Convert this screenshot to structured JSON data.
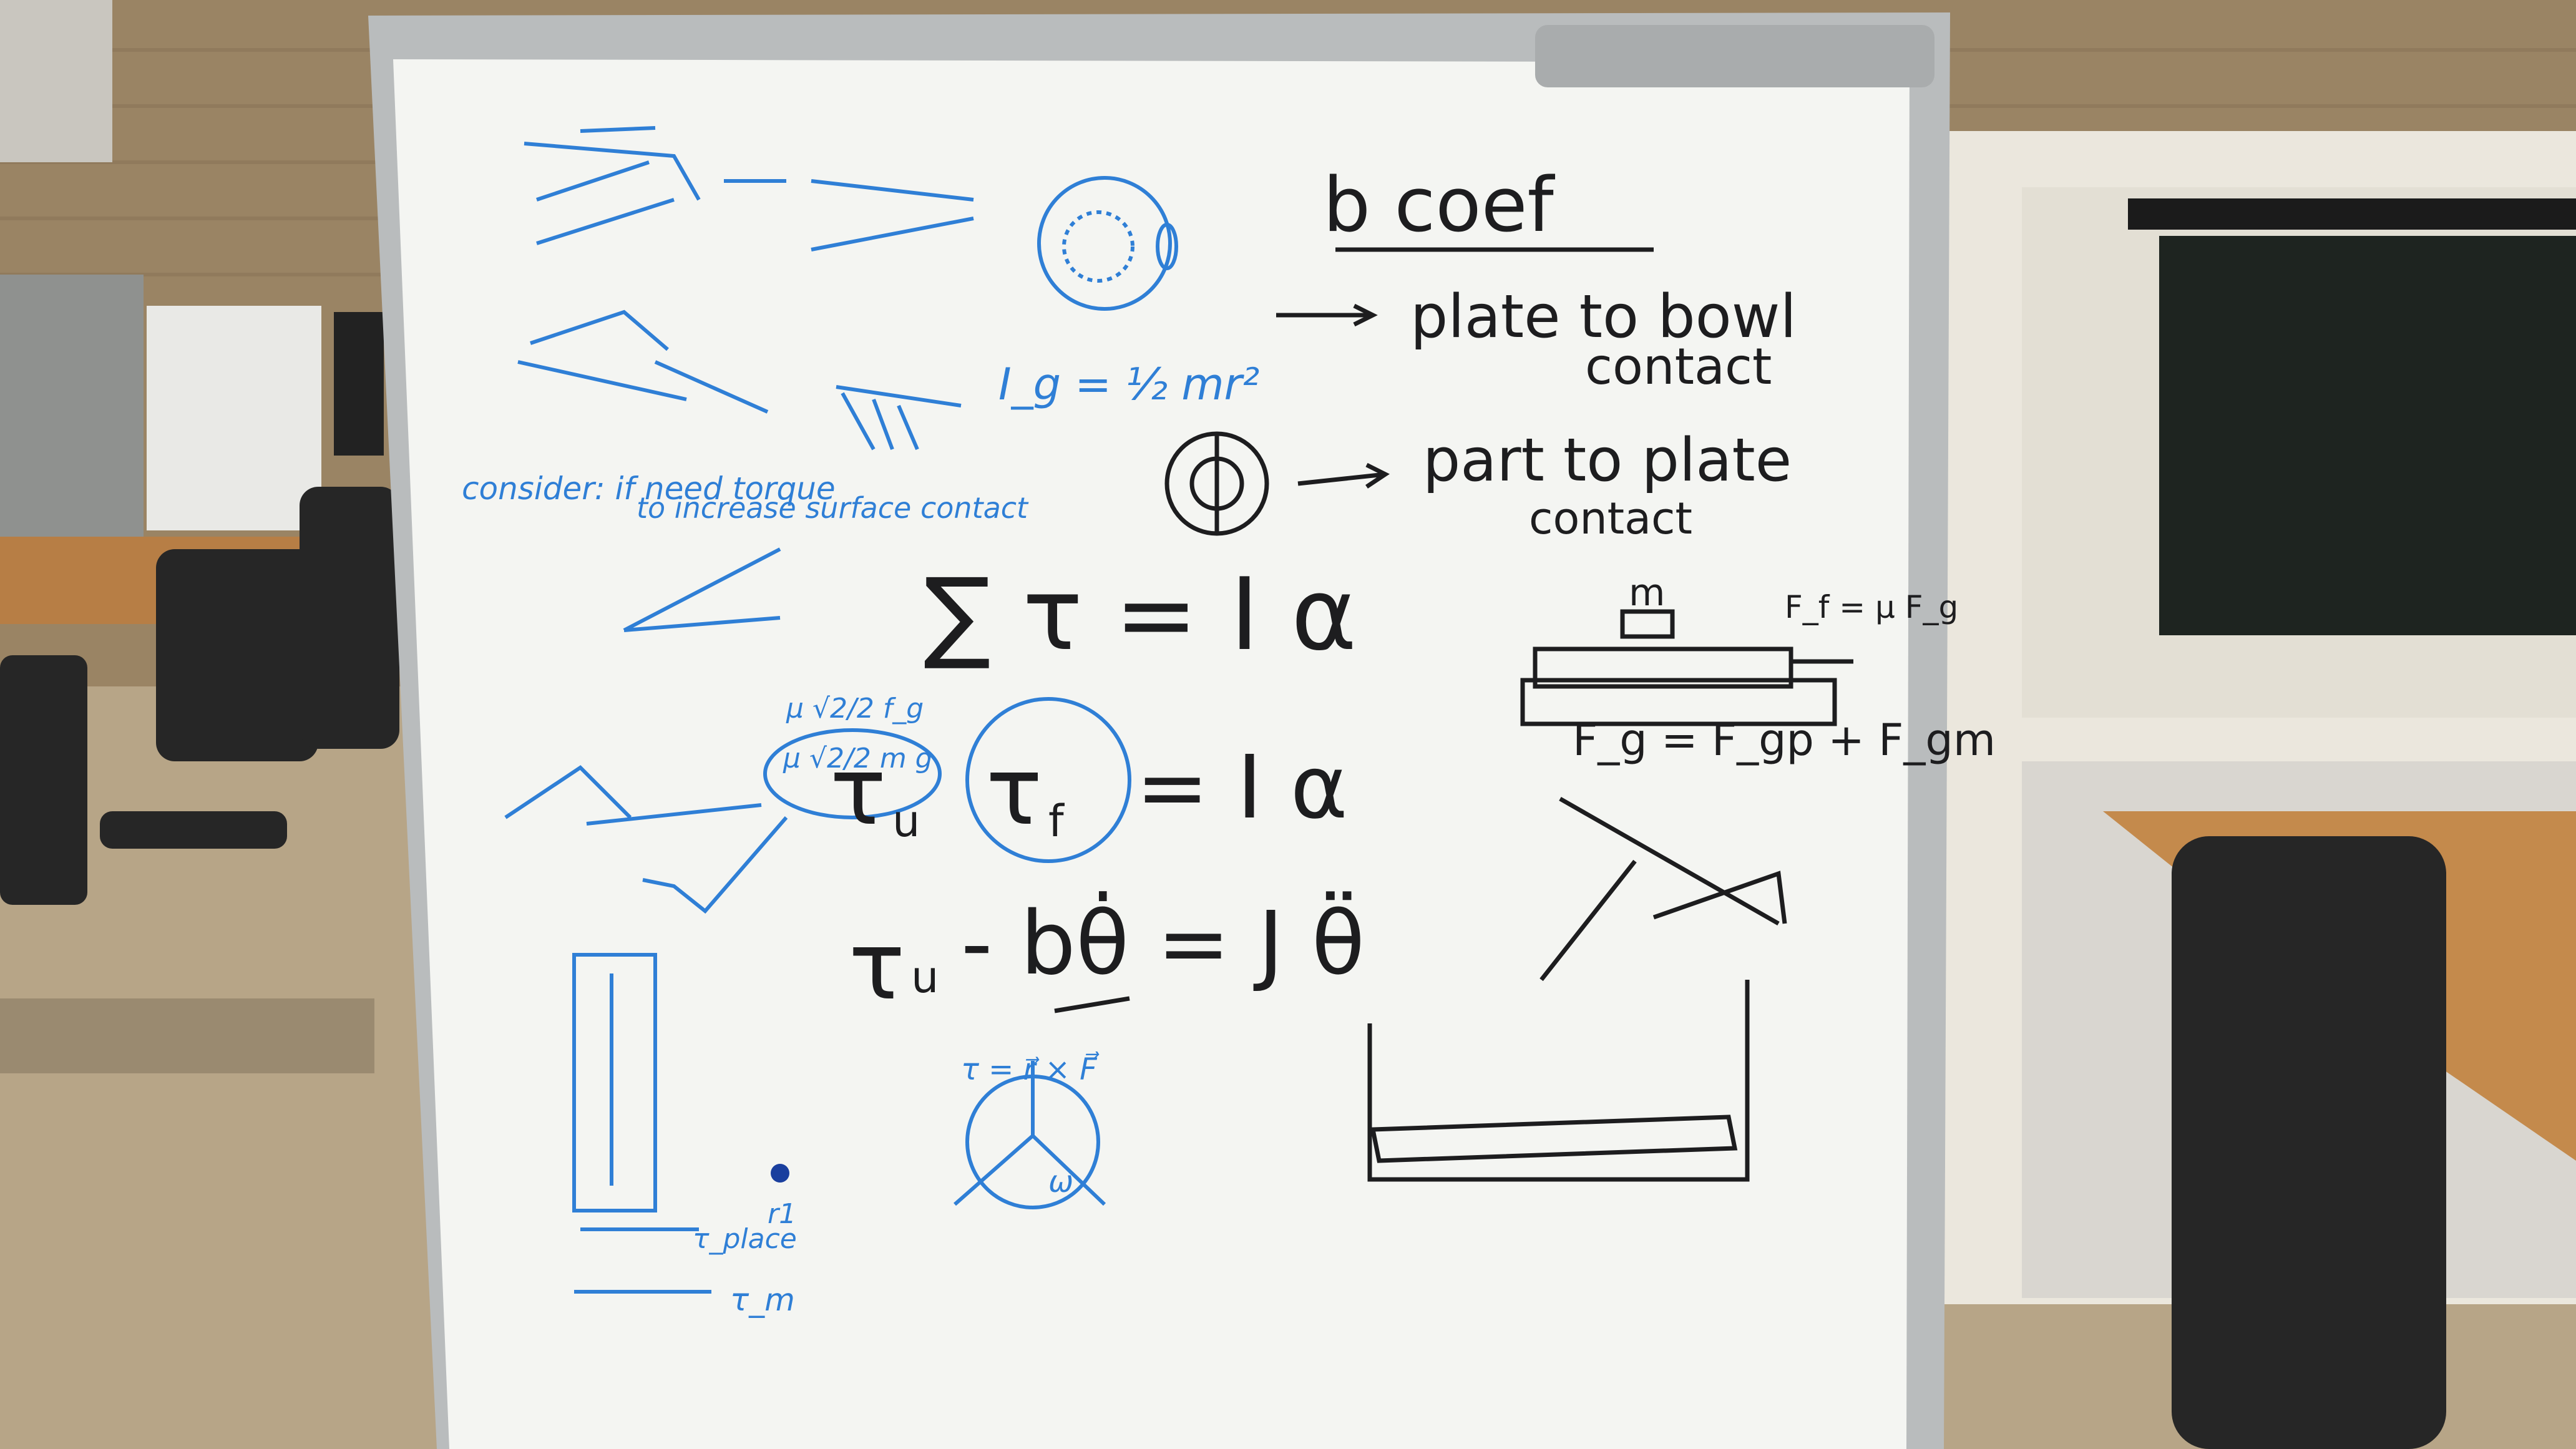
{
  "scene": {
    "description_label": "whiteboard-in-workshop",
    "colors": {
      "wall_brick": "#9a8464",
      "floor": "#b7a587",
      "board_white": "#f4f5f2",
      "frame_silver": "#b9bcbd",
      "blue_marker": "#2f7fd6",
      "black_marker": "#1d1d1f",
      "cabinet": "#ebe7dd",
      "wood_table": "#c48a4c",
      "tv_screen": "#1e2420"
    }
  },
  "whiteboard": {
    "black_text": {
      "b_coef": "b coef",
      "plate_to_bowl": "plate to bowl",
      "contact_1": "contact",
      "part_to_plate": "part to plate",
      "contact_2": "contact",
      "sum_tau": "∑ τ = I α",
      "tau_u_minus_tau_f": "τ",
      "tau_u_sub": "u",
      "tau_f_sub": "f",
      "eq_rhs_1": "= I α",
      "tau_u_b_theta": "τ",
      "eq2_sub": "u",
      "eq2_mid": "- bθ̇ = J θ̈",
      "m_label": "m",
      "ff_label": "F_f = μ F_g",
      "fg_eq": "F_g = F_gp + F_gm"
    },
    "blue_text": {
      "ig_eq": "I_g = ½ mr²",
      "consider": "consider: if need torque",
      "consider_2": "to increase surface contact",
      "mu_fg": "μ √2/2 f_g",
      "mu_mg": "μ √2/2 m g",
      "tau_eq": "τ = r⃗ × F⃗",
      "tau_place": "τ_place",
      "tau_m": "τ_m",
      "r1": "r1",
      "omega": "ω"
    }
  }
}
